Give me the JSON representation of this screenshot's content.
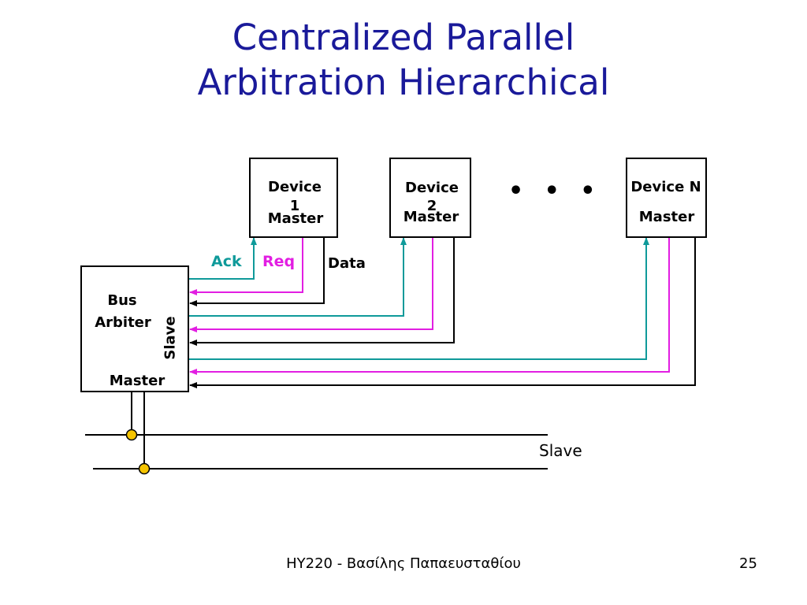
{
  "title": {
    "line1": "Centralized Parallel",
    "line2": "Arbitration Hierarchical"
  },
  "diagram": {
    "devices": [
      {
        "name_line1": "Device",
        "name_line2": "1",
        "role": "Master"
      },
      {
        "name_line1": "Device",
        "name_line2": "2",
        "role": "Master"
      },
      {
        "name_line1": "Device N",
        "role": "Master"
      }
    ],
    "ellipsis": "• • •",
    "arbiter": {
      "name_line1": "Bus",
      "name_line2": "Arbiter",
      "slave_label": "Slave",
      "master_label": "Master"
    },
    "signals": {
      "ack": "Ack",
      "req": "Req",
      "data": "Data"
    },
    "bus_label": "Slave",
    "colors": {
      "ack": "#0f9a9a",
      "req": "#e21ee2",
      "data": "#000000",
      "junction": "#f5c400",
      "title": "#1a1a9a"
    }
  },
  "footer": {
    "course": "HY220 - Βασίλης Παπαευσταθίου",
    "page": "25"
  }
}
